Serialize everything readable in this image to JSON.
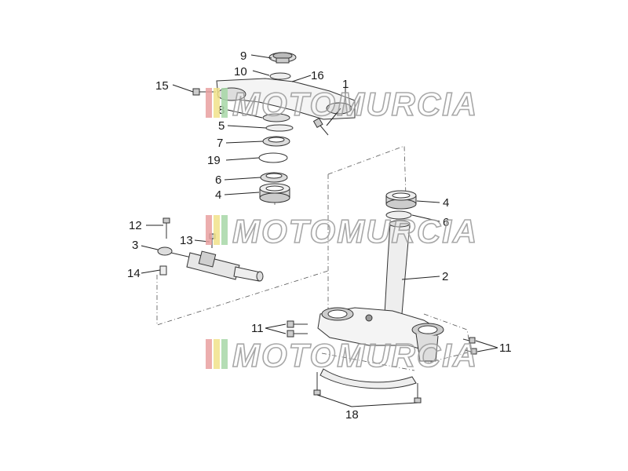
{
  "diagram": {
    "callouts": [
      {
        "id": "9",
        "text": "9"
      },
      {
        "id": "10",
        "text": "10"
      },
      {
        "id": "16",
        "text": "16"
      },
      {
        "id": "15",
        "text": "15"
      },
      {
        "id": "1",
        "text": "1"
      },
      {
        "id": "8",
        "text": "8"
      },
      {
        "id": "5",
        "text": "5"
      },
      {
        "id": "7",
        "text": "7"
      },
      {
        "id": "19",
        "text": "19"
      },
      {
        "id": "6a",
        "text": "6"
      },
      {
        "id": "4a",
        "text": "4"
      },
      {
        "id": "4b",
        "text": "4"
      },
      {
        "id": "6b",
        "text": "6"
      },
      {
        "id": "12",
        "text": "12"
      },
      {
        "id": "13",
        "text": "13"
      },
      {
        "id": "3",
        "text": "3"
      },
      {
        "id": "14",
        "text": "14"
      },
      {
        "id": "2",
        "text": "2"
      },
      {
        "id": "11a",
        "text": "11"
      },
      {
        "id": "11b",
        "text": "11"
      },
      {
        "id": "18",
        "text": "18"
      }
    ]
  },
  "watermark": {
    "text": "MOTOMURCIA",
    "colors": [
      "#e9a0a0",
      "#f1e28a",
      "#a8d8a8"
    ]
  },
  "colors": {
    "line": "#222222",
    "part_fill": "#f4f4f4",
    "part_shade": "#cfcfcf"
  }
}
